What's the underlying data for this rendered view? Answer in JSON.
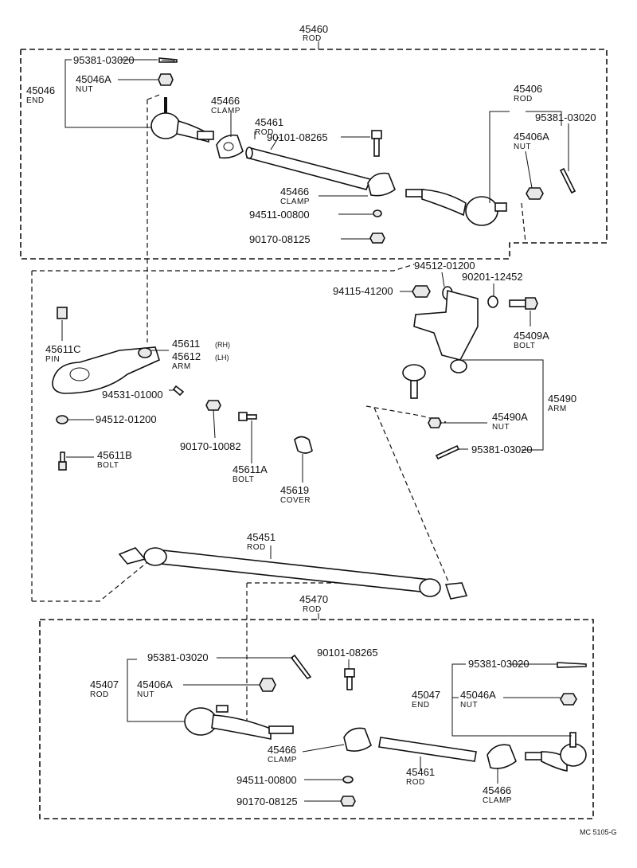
{
  "labels": {
    "rod_45460": {
      "num": "45460",
      "name": "ROD"
    },
    "pin_953_a": {
      "num": "95381-03020"
    },
    "end_45046": {
      "num": "45046",
      "name": "END"
    },
    "nut_45046a": {
      "num": "45046A",
      "name": "NUT"
    },
    "clamp_45466_a": {
      "num": "45466",
      "name": "CLAMP"
    },
    "rod_45461_a": {
      "num": "45461",
      "name": "ROD"
    },
    "bolt_90101_a": {
      "num": "90101-08265"
    },
    "clamp_45466_b": {
      "num": "45466",
      "name": "CLAMP"
    },
    "washer_94511_a": {
      "num": "94511-00800"
    },
    "nut_90170_a": {
      "num": "90170-08125"
    },
    "rod_45406": {
      "num": "45406",
      "name": "ROD"
    },
    "pin_953_b": {
      "num": "95381-03020"
    },
    "nut_45406a_a": {
      "num": "45406A",
      "name": "NUT"
    },
    "washer_94512_a": {
      "num": "94512-01200"
    },
    "nut_94115": {
      "num": "94115-41200"
    },
    "washer_90201": {
      "num": "90201-12452"
    },
    "bolt_45409a": {
      "num": "45409A",
      "name": "BOLT"
    },
    "pin_45611c": {
      "num": "45611C",
      "name": "PIN"
    },
    "arm_45611": {
      "num": "45611",
      "variant": "(RH)"
    },
    "arm_45612": {
      "num": "45612",
      "variant": "(LH)",
      "name": "ARM"
    },
    "pin_94531": {
      "num": "94531-01000"
    },
    "washer_94512_b": {
      "num": "94512-01200"
    },
    "bolt_45611b": {
      "num": "45611B",
      "name": "BOLT"
    },
    "nut_90170_b": {
      "num": "90170-10082"
    },
    "bolt_45611a": {
      "num": "45611A",
      "name": "BOLT"
    },
    "cover_45619": {
      "num": "45619",
      "name": "COVER"
    },
    "arm_45490": {
      "num": "45490",
      "name": "ARM"
    },
    "nut_45490a": {
      "num": "45490A",
      "name": "NUT"
    },
    "pin_953_c": {
      "num": "95381-03020"
    },
    "rod_45451": {
      "num": "45451",
      "name": "ROD"
    },
    "rod_45470": {
      "num": "45470",
      "name": "ROD"
    },
    "pin_953_d": {
      "num": "95381-03020"
    },
    "bolt_90101_b": {
      "num": "90101-08265"
    },
    "rod_45407": {
      "num": "45407",
      "name": "ROD"
    },
    "nut_45406a_b": {
      "num": "45406A",
      "name": "NUT"
    },
    "pin_953_e": {
      "num": "95381-03020"
    },
    "end_45047": {
      "num": "45047",
      "name": "END"
    },
    "nut_45046a_b": {
      "num": "45046A",
      "name": "NUT"
    },
    "clamp_45466_c": {
      "num": "45466",
      "name": "CLAMP"
    },
    "rod_45461_b": {
      "num": "45461",
      "name": "ROD"
    },
    "clamp_45466_d": {
      "num": "45466",
      "name": "CLAMP"
    },
    "washer_94511_b": {
      "num": "94511-00800"
    },
    "nut_90170_c": {
      "num": "90170-08125"
    }
  },
  "footer": {
    "code": "MC 5105-G"
  }
}
